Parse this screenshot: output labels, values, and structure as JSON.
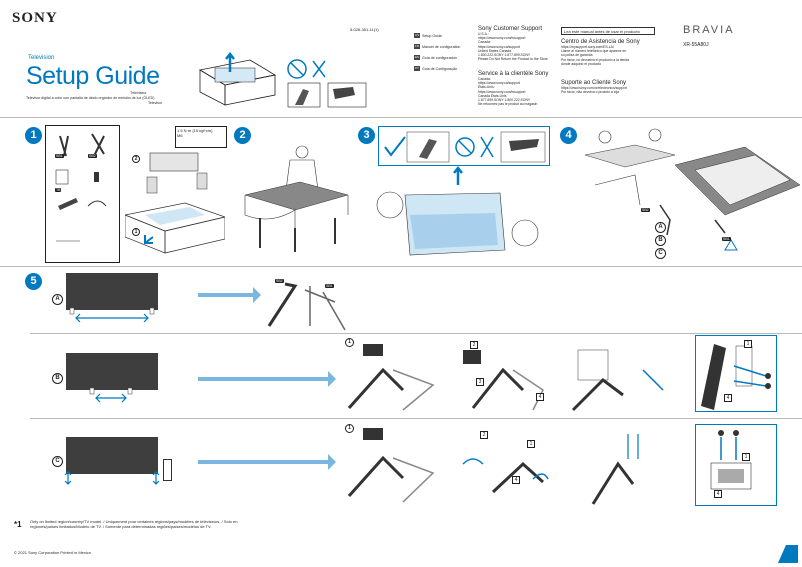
{
  "brand": "SONY",
  "header": {
    "product_type": "Television",
    "title": "Setup Guide",
    "subtitle_fr": "Téléviseur",
    "subtitle_es": "Televisor digital a color con pantalla de diodo orgánico de emisión de luz (OLED)",
    "subtitle_pt": "Televisor",
    "doc_number": "5-026-351-11(1)"
  },
  "languages": [
    {
      "code": "US",
      "label": "Setup Guide"
    },
    {
      "code": "FR",
      "label": "Manuel de configuration"
    },
    {
      "code": "ES",
      "label": "Guía de configuración"
    },
    {
      "code": "PT",
      "label": "Guia de Configuração"
    }
  ],
  "support_en": {
    "title": "Sony Customer Support",
    "lines": [
      "U.S.A.:",
      "https://www.sony.com/tvsupport",
      "Canada:",
      "https://www.sony.ca/support",
      "United States  Canada",
      "1.800.222.SONY  1.877.899.SONY",
      "Please Do Not Return the Product to the Store"
    ]
  },
  "support_fr": {
    "title": "Service à la clientèle Sony",
    "lines": [
      "Canada:",
      "https://www.sony.ca/support",
      "États-Unis:",
      "https://www.sony.com/tvsupport",
      "Canada  États-Unis",
      "1.877.899.SONY  1.800.222.SONY",
      "Ne retournez pas le produit au magasin"
    ]
  },
  "manual_box": "Lea este manual antes de usar el producto",
  "support_es": {
    "title": "Centro de Asistencia de Sony",
    "lines": [
      "https://mysupport.sony.com/ES-LA/",
      "Llame al número telefónico que aparece en",
      "su póliza de garantía",
      "Por favor, no devuelva el producto a la tienda",
      "donde adquirió el producto"
    ]
  },
  "support_pt": {
    "title": "Suporte ao Cliente Sony",
    "lines": [
      "https://www.sony.com.br/electronics/support",
      "Por favor, não devolva o produto à loja"
    ]
  },
  "bravia": "BRAVIA",
  "model": "XR-55A80J",
  "steps": {
    "s1": "1",
    "s2": "2",
    "s3": "3",
    "s4": "4",
    "s5": "5"
  },
  "screw_spec": "1.5 N·m {15 kgf·cm}",
  "screw_sub": "M6",
  "tags": {
    "sb1": "SB1",
    "sb2": "SB2",
    "tb": "TB"
  },
  "circle_letters": {
    "a": "A",
    "b": "B",
    "c": "C"
  },
  "circle_nums": {
    "one": "1",
    "two": "2"
  },
  "assembly_nums": {
    "n1": "1",
    "n2": "2",
    "n3": "3",
    "n4": "4"
  },
  "footnote": "Only on limited region/country/TV model. / Uniquement pour certaines régions/pays/modèles de téléviseurs. / Solo en regiones/países limitados/Modelo de TV. / Somente para determinadas regiões/países/modelos de TV.",
  "footnote_marker": "*1",
  "copyright": "© 2021 Sony Corporation   Printed in Mexico",
  "colors": {
    "accent": "#0079c1",
    "light_blue": "#7bb6e0"
  }
}
